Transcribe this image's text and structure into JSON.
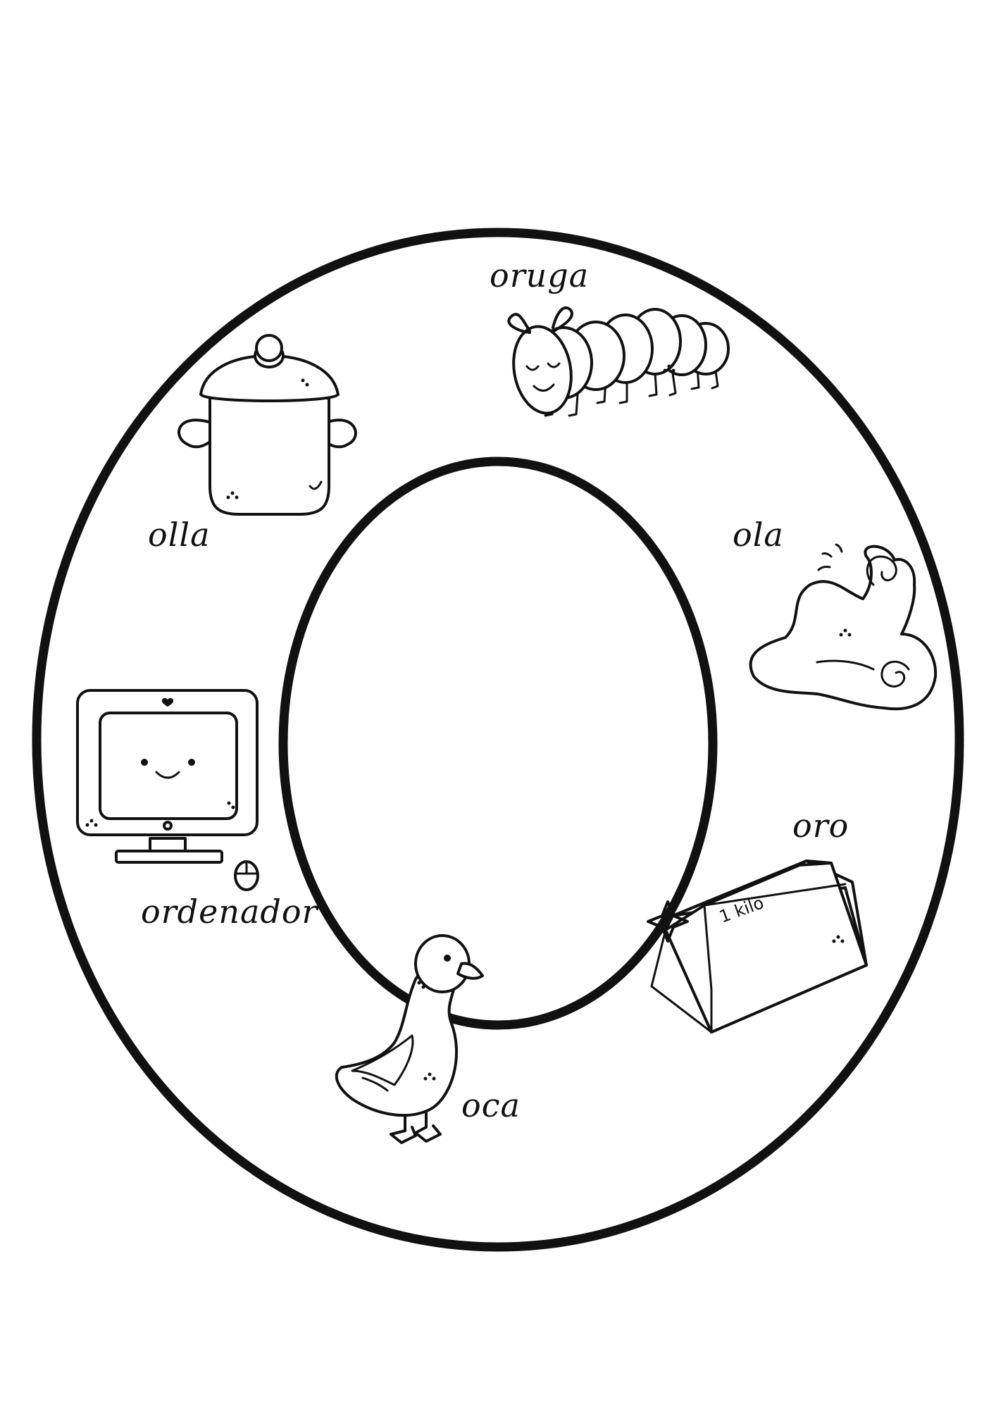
{
  "ink_color": "#111111",
  "paper_color": "#ffffff",
  "letter": {
    "icon": "letter-o-outline"
  },
  "words": {
    "oruga": "oruga",
    "olla": "olla",
    "ola": "ola",
    "ordenador": "ordenador",
    "oro": "oro",
    "oca": "oca",
    "gold_label": "1 kilo"
  },
  "illustrations": [
    {
      "name": "caterpillar-icon",
      "word": "oruga"
    },
    {
      "name": "pot-icon",
      "word": "olla"
    },
    {
      "name": "wave-icon",
      "word": "ola"
    },
    {
      "name": "computer-icon",
      "word": "ordenador"
    },
    {
      "name": "gold-bar-icon",
      "word": "oro"
    },
    {
      "name": "goose-icon",
      "word": "oca"
    }
  ]
}
